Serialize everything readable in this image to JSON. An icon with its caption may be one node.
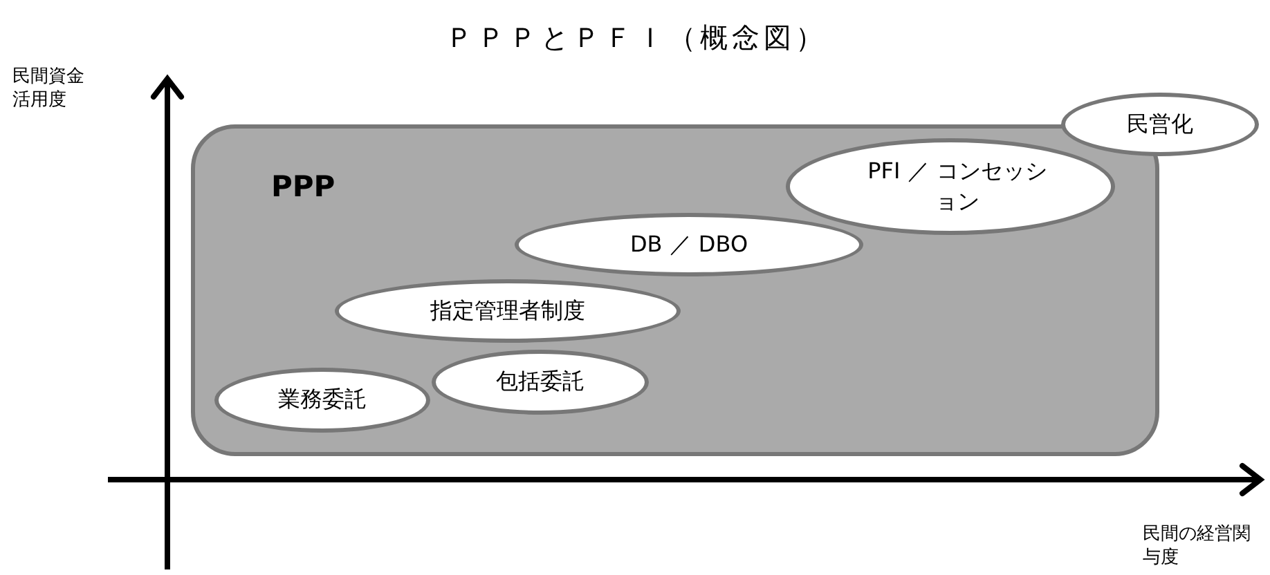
{
  "diagram": {
    "title": "ＰＰＰとＰＦＩ（概念図）",
    "nodes": [
      {
        "text": [
          "PPP"
        ]
      },
      {
        "text": [
          "民営化"
        ]
      },
      {
        "text": [
          "PFI ／ コンセッション"
        ],
        "in": 0
      },
      {
        "text": [
          "DB ／ DBO"
        ],
        "in": 0
      },
      {
        "text": [
          "指定管理者制度"
        ],
        "in": 0
      },
      {
        "text": [
          "業務委託"
        ],
        "in": 0
      },
      {
        "text": [
          "包括委託"
        ],
        "in": 0
      }
    ],
    "labels": [
      "民間資金活用度",
      "民間の経営関与度"
    ]
  }
}
